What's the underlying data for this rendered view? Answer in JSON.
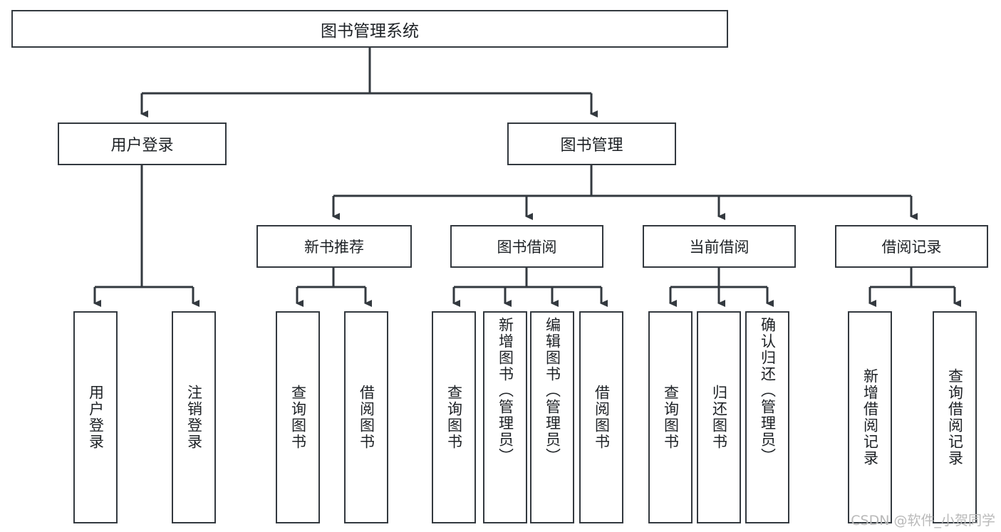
{
  "diagram": {
    "type": "tree-hierarchy-chart",
    "title": "图书管理系统",
    "root": {
      "label": "图书管理系统"
    },
    "level2": [
      {
        "id": "user-login",
        "label": "用户登录"
      },
      {
        "id": "book-management",
        "label": "图书管理"
      }
    ],
    "level3": [
      {
        "id": "new-book-recommend",
        "label": "新书推荐"
      },
      {
        "id": "book-borrow",
        "label": "图书借阅"
      },
      {
        "id": "current-borrow",
        "label": "当前借阅"
      },
      {
        "id": "borrow-record",
        "label": "借阅记录"
      }
    ],
    "leaves": [
      {
        "id": "leaf-user-login",
        "label": "用户登录",
        "align": "mid"
      },
      {
        "id": "leaf-logout",
        "label": "注销登录",
        "align": "mid"
      },
      {
        "id": "leaf-query-book-1",
        "label": "查询图书",
        "align": "mid"
      },
      {
        "id": "leaf-borrow-book-1",
        "label": "借阅图书",
        "align": "mid"
      },
      {
        "id": "leaf-query-book-2",
        "label": "查询图书",
        "align": "mid"
      },
      {
        "id": "leaf-add-book",
        "label": "新增图书（管理员）",
        "align": "top"
      },
      {
        "id": "leaf-edit-book",
        "label": "编辑图书（管理员）",
        "align": "top"
      },
      {
        "id": "leaf-borrow-book-2",
        "label": "借阅图书",
        "align": "mid"
      },
      {
        "id": "leaf-query-book-3",
        "label": "查询图书",
        "align": "mid"
      },
      {
        "id": "leaf-return-book",
        "label": "归还图书",
        "align": "mid"
      },
      {
        "id": "leaf-confirm-return",
        "label": "确认归还（管理员）",
        "align": "top"
      },
      {
        "id": "leaf-add-record",
        "label": "新增借阅记录",
        "align": "mid"
      },
      {
        "id": "leaf-query-record",
        "label": "查询借阅记录",
        "align": "mid"
      }
    ],
    "colors": {
      "stroke": "#33393f",
      "fill": "#ffffff",
      "text": "#1d2125",
      "watermark": "#b9b9b9"
    }
  },
  "watermark": {
    "text": "CSDN @软件_小贺同学"
  }
}
